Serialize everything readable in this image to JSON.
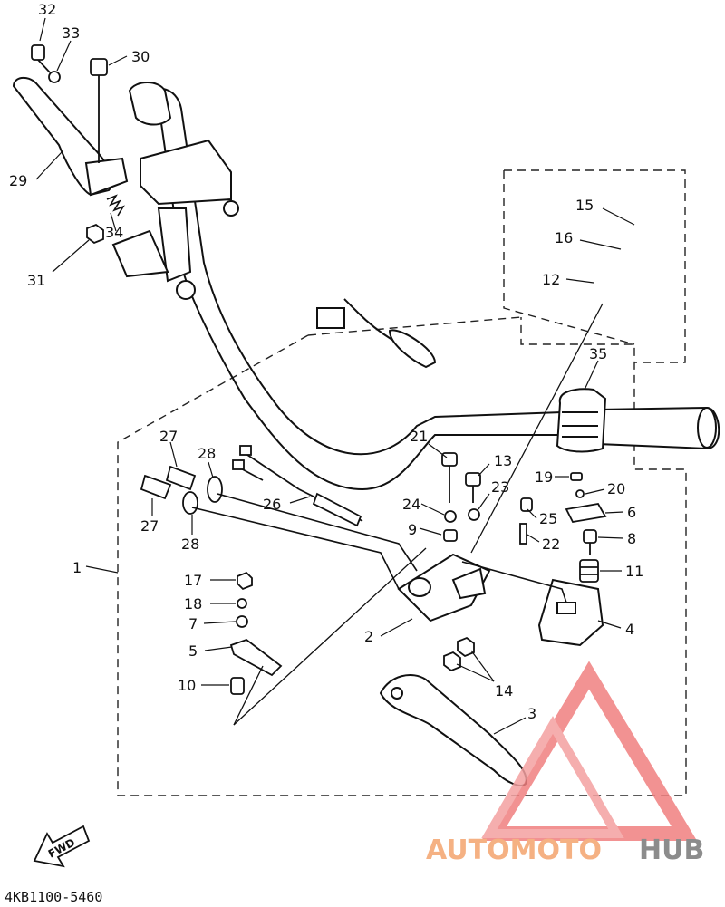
{
  "diagram": {
    "part_code": "4KB1100-5460",
    "fwd_label": "FWD",
    "callouts": [
      {
        "id": "c32",
        "text": "32"
      },
      {
        "id": "c33",
        "text": "33"
      },
      {
        "id": "c30",
        "text": "30"
      },
      {
        "id": "c29",
        "text": "29"
      },
      {
        "id": "c34",
        "text": "34"
      },
      {
        "id": "c31",
        "text": "31"
      },
      {
        "id": "c15",
        "text": "15"
      },
      {
        "id": "c16",
        "text": "16"
      },
      {
        "id": "c12",
        "text": "12"
      },
      {
        "id": "c35",
        "text": "35"
      },
      {
        "id": "c21",
        "text": "21"
      },
      {
        "id": "c13",
        "text": "13"
      },
      {
        "id": "c23",
        "text": "23"
      },
      {
        "id": "c24",
        "text": "24"
      },
      {
        "id": "c9",
        "text": "9"
      },
      {
        "id": "c19",
        "text": "19"
      },
      {
        "id": "c20",
        "text": "20"
      },
      {
        "id": "c6",
        "text": "6"
      },
      {
        "id": "c25",
        "text": "25"
      },
      {
        "id": "c22",
        "text": "22"
      },
      {
        "id": "c8",
        "text": "8"
      },
      {
        "id": "c11",
        "text": "11"
      },
      {
        "id": "c4",
        "text": "4"
      },
      {
        "id": "c27a",
        "text": "27"
      },
      {
        "id": "c28a",
        "text": "28"
      },
      {
        "id": "c26",
        "text": "26"
      },
      {
        "id": "c27b",
        "text": "27"
      },
      {
        "id": "c28b",
        "text": "28"
      },
      {
        "id": "c1",
        "text": "1"
      },
      {
        "id": "c17",
        "text": "17"
      },
      {
        "id": "c18",
        "text": "18"
      },
      {
        "id": "c7",
        "text": "7"
      },
      {
        "id": "c5",
        "text": "5"
      },
      {
        "id": "c10",
        "text": "10"
      },
      {
        "id": "c2",
        "text": "2"
      },
      {
        "id": "c14",
        "text": "14"
      },
      {
        "id": "c3",
        "text": "3"
      }
    ]
  },
  "watermark": {
    "part_a": "AUTOMOTO",
    "part_b": "HUB",
    "color_a": "#f5b183",
    "color_b": "#8c8c8c",
    "logo_color": "#f08080"
  }
}
